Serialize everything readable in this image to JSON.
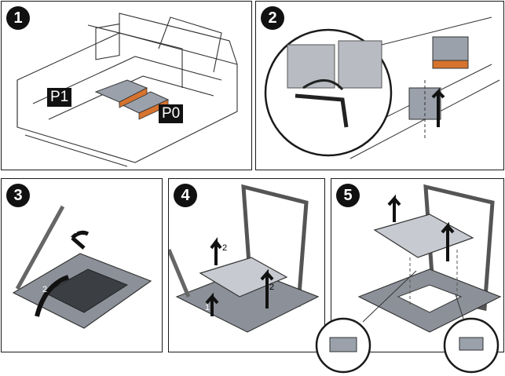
{
  "steps": [
    {
      "number": "1"
    },
    {
      "number": "2"
    },
    {
      "number": "3"
    },
    {
      "number": "4"
    },
    {
      "number": "5"
    }
  ],
  "processor_labels": {
    "left": "P1",
    "right": "P0"
  },
  "arrow_labels": {
    "lever_open": "1",
    "plate_open": "2",
    "lift_up": "2",
    "insert_down": "1",
    "side_up": "2"
  },
  "colors": {
    "outline": "#1a1a1a",
    "heatsink": "#9aa1ab",
    "copper": "#d6732e",
    "socket": "#8c9199",
    "badge": "#111111"
  }
}
